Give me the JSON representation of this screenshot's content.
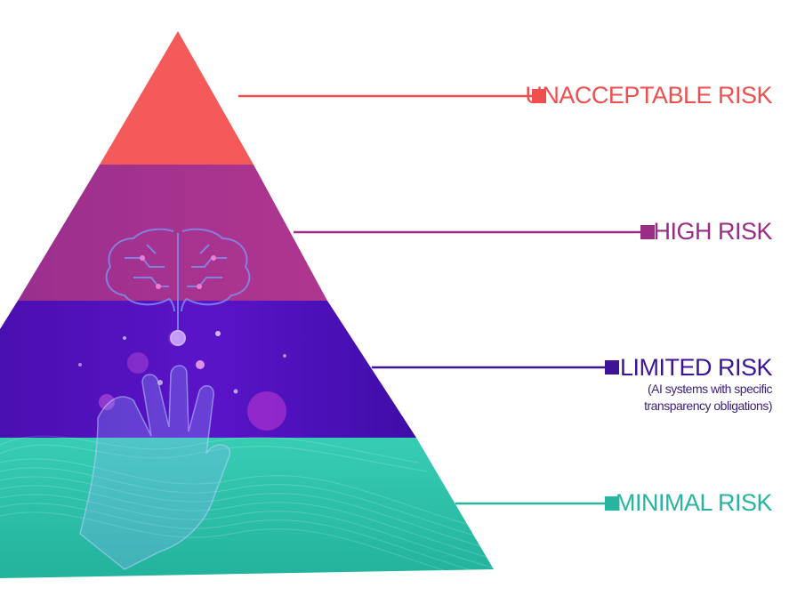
{
  "pyramid": {
    "tiers": [
      {
        "key": "unacceptable",
        "label": "UNACCEPTABLE RISK",
        "note": "",
        "color": "#f55a5a"
      },
      {
        "key": "high",
        "label": "HIGH RISK",
        "note": "",
        "color": "#a3318f"
      },
      {
        "key": "limited",
        "label": "LIMITED RISK",
        "note_lines": [
          "(AI systems with specific",
          "transparency obligations)"
        ],
        "color": "#4a10b8"
      },
      {
        "key": "minimal",
        "label": "MINIMAL RISK",
        "note": "",
        "color": "#2cc0a8"
      }
    ]
  },
  "colors": {
    "unacceptable": "#f55a5a",
    "high": "#a3318f",
    "limited": "#4a10b8",
    "minimal": "#2cc0a8",
    "line_unacceptable": "#f04f4f",
    "line_high": "#9a2c86",
    "line_limited": "#3d1496",
    "line_minimal": "#28b59f"
  },
  "icons": [
    "brain-circuit-icon",
    "hand-icon"
  ]
}
